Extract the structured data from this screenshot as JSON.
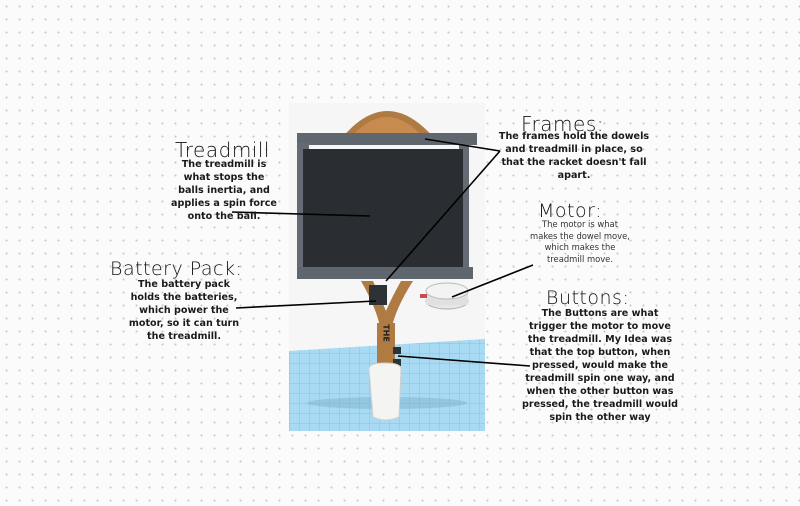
{
  "labels": {
    "treadmill": {
      "title": "Treadmill",
      "desc": "The treadmill is what stops the balls inertia, and applies a spin force onto the ball."
    },
    "frames": {
      "title": "Frames:",
      "desc": "The frames hold the dowels and treadmill in place, so that the racket doesn't fall apart."
    },
    "motor": {
      "title": "Motor:",
      "desc": "The motor is what makes the dowel move, which makes the treadmill move."
    },
    "battery": {
      "title": "Battery Pack:",
      "desc": "The battery pack holds the batteries, which power the motor, so it can turn the treadmill."
    },
    "buttons": {
      "title": "Buttons:",
      "desc": "The Buttons are what trigger the motor to move the treadmill. My Idea was that the top button, when pressed, would make the treadmill spin one way, and when the other button was pressed, the treadmill would spin the other way"
    }
  },
  "model": {
    "handle_text": "THE"
  },
  "colors": {
    "grid_floor": "#9fd3ee",
    "frame": "#5f666e",
    "screen": "#2a2d31",
    "wood": "#b07a43",
    "leader_line": "#000000"
  }
}
